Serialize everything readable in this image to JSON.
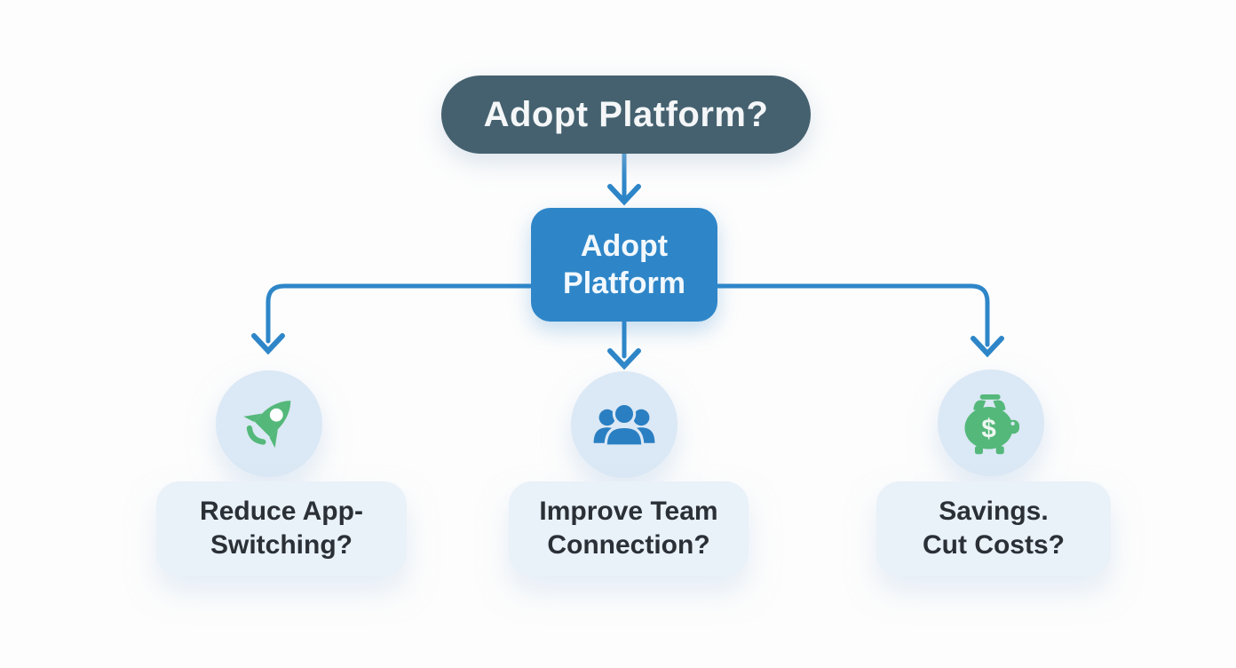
{
  "diagram": {
    "title_node": {
      "label": "Adopt Platform?"
    },
    "decision_node": {
      "line1": "Adopt",
      "line2": "Platform"
    },
    "branches": [
      {
        "icon": "rocket-icon",
        "line1": "Reduce App-",
        "line2": "Switching?"
      },
      {
        "icon": "people-icon",
        "line1": "Improve Team",
        "line2": "Connection?"
      },
      {
        "icon": "piggy-bank-icon",
        "line1": "Savings.",
        "line2": "Cut Costs?",
        "icon_symbol": "$"
      }
    ],
    "colors": {
      "root_bg": "#45616f",
      "decision_bg": "#2e86c8",
      "connector": "#2e86c8",
      "icon_circle_bg": "#dbe8f5",
      "label_bg": "#e9f1f9",
      "label_text": "#2b3037",
      "green": "#54b87a",
      "people_blue": "#2a7fc2",
      "page_bg": "#fdfdfd"
    }
  }
}
